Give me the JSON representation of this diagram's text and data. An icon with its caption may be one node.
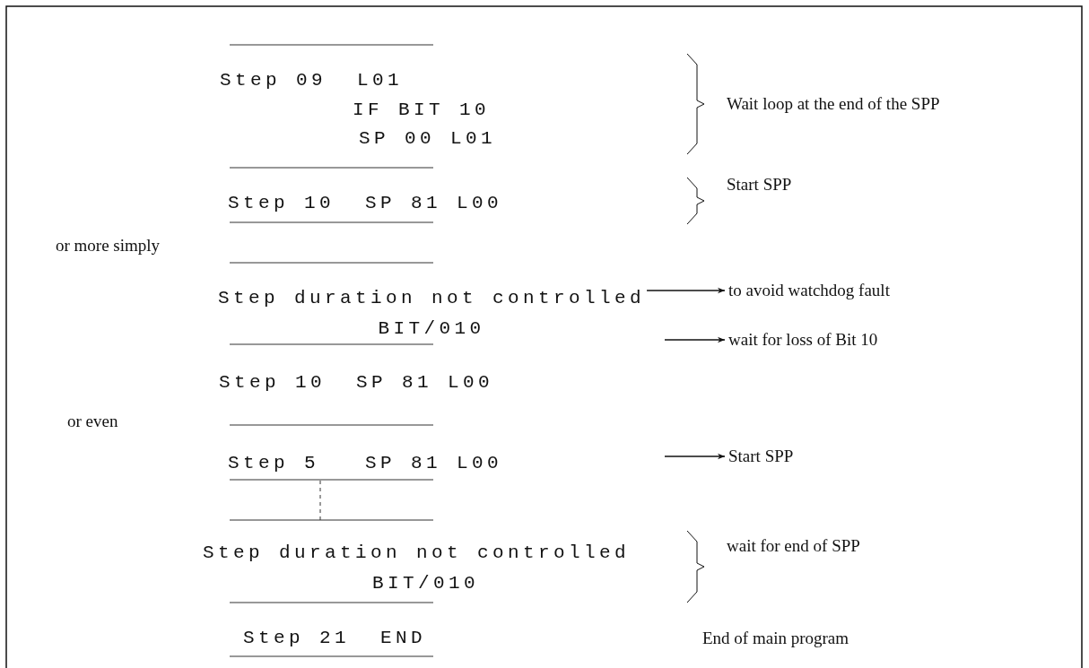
{
  "diagram": {
    "nodes": [
      {
        "text": [
          "Step duration not controlled",
          "BIT/010"
        ]
      },
      {
        "text": [
          "to avoid watchdog fault"
        ]
      },
      {
        "text": [
          "wait for loss of Bit 10"
        ]
      },
      {
        "text": [
          "Start SPP"
        ]
      }
    ],
    "edges": [
      {
        "from": 0,
        "to": 1,
        "arrow": "to"
      },
      {
        "from": null,
        "to": 2,
        "arrow": "to"
      },
      {
        "from": null,
        "to": 3,
        "arrow": "to"
      }
    ],
    "labels": [
      "Step 09  L01",
      "IF BIT 10",
      "SP 00 L01",
      "Wait loop at the end of the SPP",
      "Step 10  SP 81 L00",
      "Start SPP",
      "or more simply",
      "Step 10  SP 81 L00",
      "or even",
      "Step 5   SP 81 L00",
      "Step duration not controlled",
      "BIT/010",
      "wait for end of SPP",
      "Step 21  END",
      "End of main program"
    ]
  }
}
